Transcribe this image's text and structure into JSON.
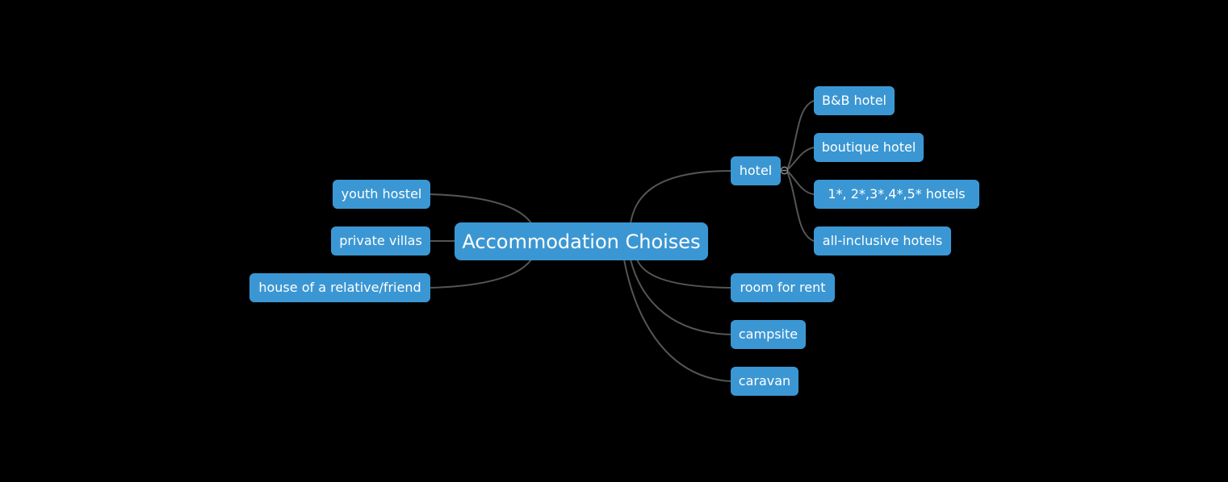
{
  "mindmap": {
    "root": {
      "label": "Accommodation Choises"
    },
    "left_branches": [
      {
        "label": "youth hostel"
      },
      {
        "label": "private villas"
      },
      {
        "label": "house of a relative/friend"
      }
    ],
    "right_branches": [
      {
        "label": "hotel",
        "toggle": {
          "icon": "minus-circle-icon",
          "symbol": "−",
          "state": "expanded"
        },
        "children": [
          {
            "label": "B&B hotel"
          },
          {
            "label": "boutique hotel"
          },
          {
            "label": "1*, 2*,3*,4*,5* hotels"
          },
          {
            "label": "all-inclusive hotels"
          }
        ]
      },
      {
        "label": "room for rent"
      },
      {
        "label": "campsite"
      },
      {
        "label": "caravan"
      }
    ]
  },
  "colors": {
    "background": "#000000",
    "node_fill": "#3b97d3",
    "node_text": "#ffffff",
    "connector": "#555555",
    "toggle_stroke": "#8a8a8a"
  }
}
